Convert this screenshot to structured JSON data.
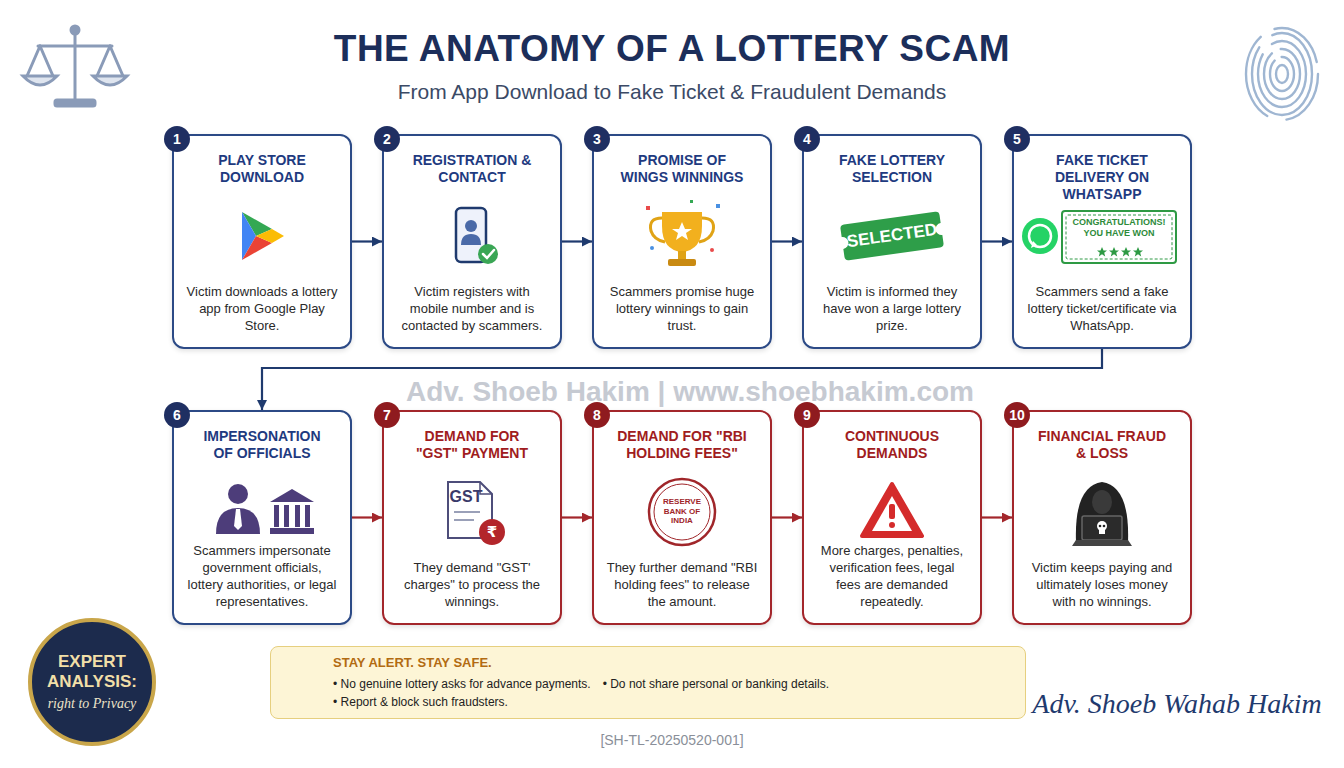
{
  "diagram": {
    "title": "THE ANATOMY OF A LOTTERY SCAM",
    "nodes": [
      {
        "text": [
          "PLAY STORE DOWNLOAD",
          "Victim downloads a lottery app from Google Play Store."
        ]
      },
      {
        "text": [
          "REGISTRATION & CONTACT",
          "Victim registers with mobile number and is contacted by scammers."
        ]
      },
      {
        "text": [
          "PROMISE OF WINGS WINNINGS",
          "Scammers promise huge lottery winnings to gain trust."
        ]
      },
      {
        "text": [
          "FAKE LOTTERY SELECTION",
          "Victim is informed they have won a large lottery prize."
        ]
      },
      {
        "text": [
          "FAKE TICKET DELIVERY ON WHATSAPP",
          "Scammers send a fake lottery ticket/certificate via WhatsApp."
        ]
      },
      {
        "text": [
          "IMPERSONATION OF OFFICIALS",
          "Scammers impersonate government officials, lottery authorities, or legal representatives."
        ]
      },
      {
        "text": [
          "DEMAND FOR \"GST\" PAYMENT",
          "They demand \"GST' charges\" to process the winnings."
        ]
      },
      {
        "text": [
          "DEMAND FOR \"RBI HOLDING FEES\"",
          "They further demand \"RBI holding fees\" to release the amount."
        ]
      },
      {
        "text": [
          "CONTINUOUS DEMANDS",
          "More charges, penalties, verification fees, legal fees are demanded repeatedly."
        ]
      },
      {
        "text": [
          "FINANCIAL FRAUD & LOSS",
          "Victim keeps paying and ultimately loses money with no winnings."
        ]
      },
      {
        "text": [
          "EXPERT ANALYSIS:",
          "right to Privacy"
        ]
      },
      {
        "text": [
          "STAY ALERT. STAY SAFE.",
          "• No genuine lottery asks for advance payments.",
          "• Do not share personal or banking details.",
          "• Report & block such fraudsters."
        ]
      }
    ],
    "edges": [
      {
        "from": 0,
        "to": 1,
        "arrow": "to"
      },
      {
        "from": 1,
        "to": 2,
        "arrow": "to"
      },
      {
        "from": 2,
        "to": 3,
        "arrow": "to"
      },
      {
        "from": 3,
        "to": 4,
        "arrow": "to"
      },
      {
        "from": 4,
        "to": 5,
        "arrow": "to"
      },
      {
        "from": 5,
        "to": 6,
        "arrow": "to"
      },
      {
        "from": 6,
        "to": 7,
        "arrow": "to"
      },
      {
        "from": 7,
        "to": 8,
        "arrow": "to"
      },
      {
        "from": 8,
        "to": 9,
        "arrow": "to"
      }
    ],
    "labels": [
      "From App Download to Fake Ticket & Fraudulent Demands",
      "1",
      "2",
      "3",
      "4",
      "5",
      "6",
      "7",
      "8",
      "9",
      "10",
      "SELECTED",
      "CONGRATULATIONS! YOU HAVE WON",
      "GST",
      "₹",
      "RESERVE BANK OF INDIA",
      "Adv. Shoeb Hakim | www.shoebhakim.com",
      "Adv. Shoeb Wahab Hakim",
      "[SH-TL-20250520-001]"
    ]
  }
}
